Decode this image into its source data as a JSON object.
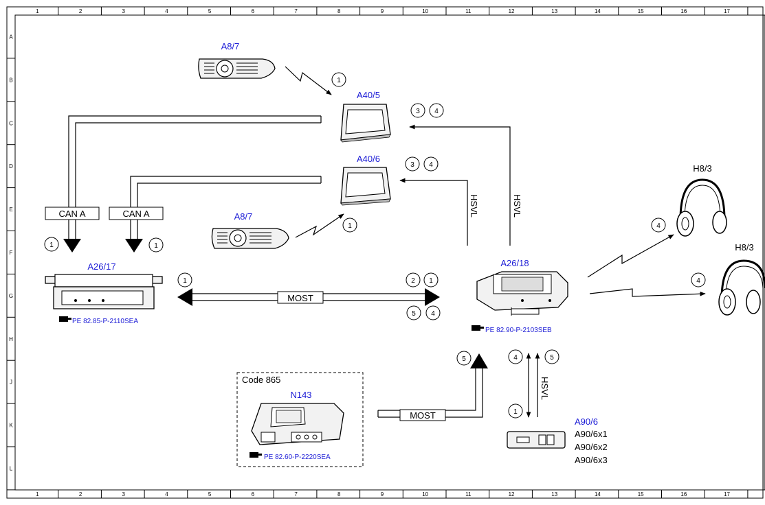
{
  "grid": {
    "columns": [
      "1",
      "2",
      "3",
      "4",
      "5",
      "6",
      "7",
      "8",
      "9",
      "10",
      "11",
      "12",
      "13",
      "14",
      "15",
      "16",
      "17"
    ],
    "rows": [
      "A",
      "B",
      "C",
      "D",
      "E",
      "F",
      "G",
      "H",
      "J",
      "K",
      "L"
    ]
  },
  "components": {
    "remote_top": "A8/7",
    "remote_bottom": "A8/7",
    "display_upper": "A40/5",
    "display_lower": "A40/6",
    "unit_left": "A26/17",
    "unit_right": "A26/18",
    "headphones_upper": "H8/3",
    "headphones_lower": "H8/3",
    "tuner_box": "N143",
    "usb_module": "A90/6",
    "usb_variants": [
      "A90/6x1",
      "A90/6x2",
      "A90/6x3"
    ]
  },
  "refs": {
    "unit_left": "PE 82.85-P-2110SEA",
    "unit_right": "PE 82.90-P-2103SEB",
    "tuner_box": "PE 82.60-P-2220SEA"
  },
  "bus_labels": {
    "can_a_left": "CAN A",
    "can_a_right": "CAN A",
    "most_main": "MOST",
    "most_lower": "MOST",
    "hsvl_a": "HSVL",
    "hsvl_b": "HSVL",
    "hsvl_c": "HSVL"
  },
  "option_box_label": "Code 865",
  "markers": {
    "remote_top": "1",
    "display_upper_a": "3",
    "display_upper_b": "4",
    "display_lower_a": "3",
    "display_lower_b": "4",
    "remote_bottom": "1",
    "can_left": "1",
    "can_right": "1",
    "most_left": "1",
    "most_right_1": "2",
    "most_right_2": "1",
    "most_right_3": "5",
    "most_right_4": "4",
    "headphones_upper": "4",
    "headphones_lower": "4",
    "most_lower": "5",
    "usb_1": "4",
    "usb_2": "5",
    "usb_3": "1"
  },
  "colors": {
    "component_label": "#1b1bd6",
    "line": "#000000"
  },
  "icons": {
    "reference": "pointing-hand-icon"
  }
}
